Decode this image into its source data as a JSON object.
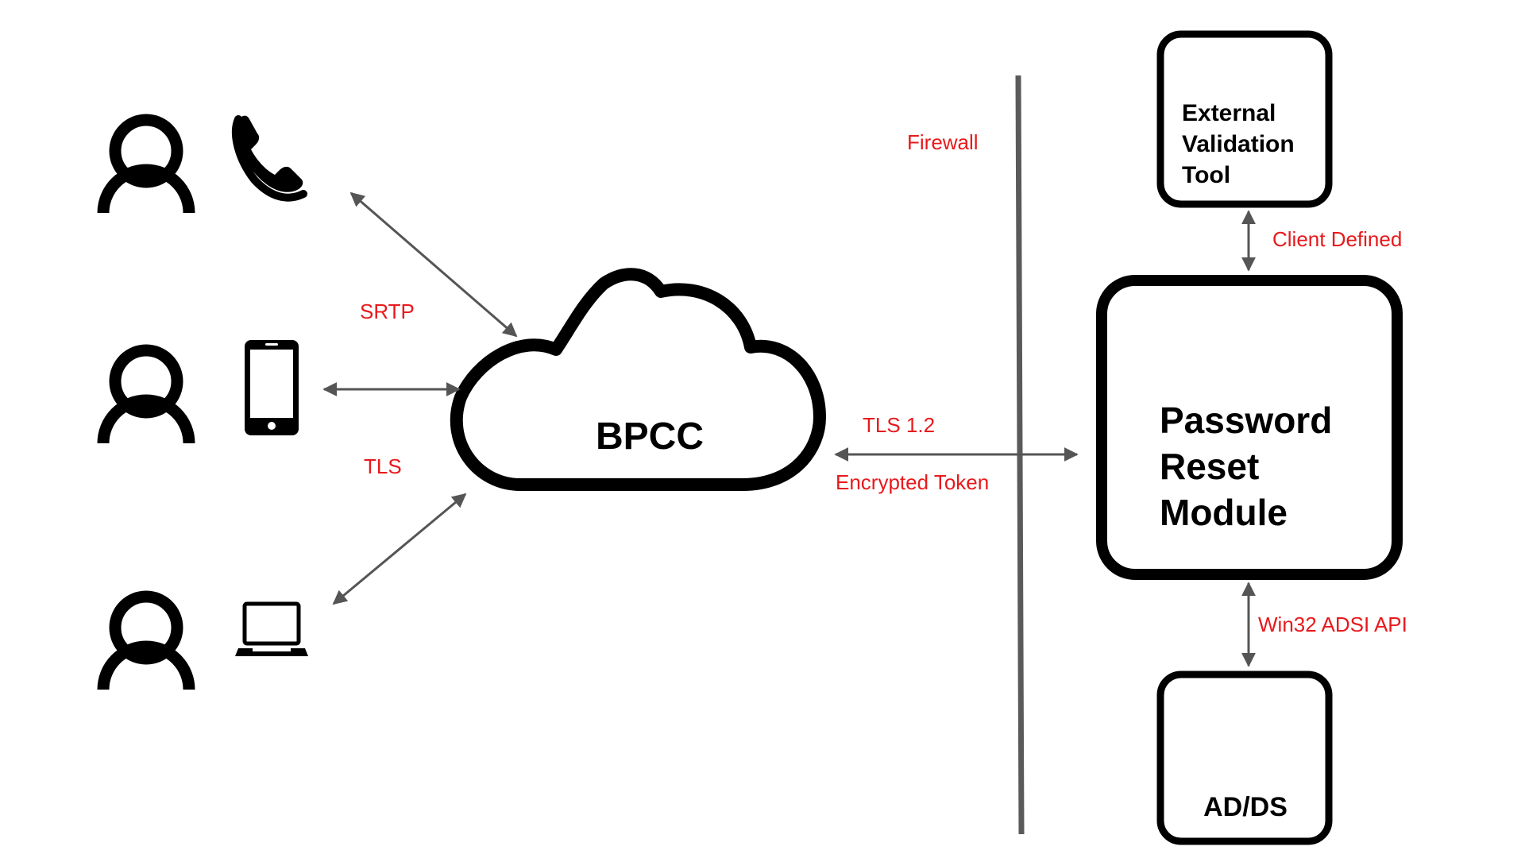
{
  "nodes": {
    "bpcc": "BPCC",
    "password_reset": [
      "Password",
      "Reset",
      "Module"
    ],
    "external_validation": [
      "External",
      "Validation",
      "Tool"
    ],
    "adds": "AD/DS"
  },
  "labels": {
    "srtp": "SRTP",
    "tls": "TLS",
    "firewall": "Firewall",
    "tls12": "TLS 1.2",
    "encrypted_token": "Encrypted Token",
    "client_defined": "Client Defined",
    "win32": "Win32 ADSI API"
  },
  "icons": [
    "user-icon",
    "phone-icon",
    "smartphone-icon",
    "laptop-icon",
    "cloud-icon"
  ],
  "colors": {
    "label_red": "#e8191c",
    "line_gray": "#555555",
    "firewall_gray": "#5a5a5a",
    "outline": "#000000"
  }
}
